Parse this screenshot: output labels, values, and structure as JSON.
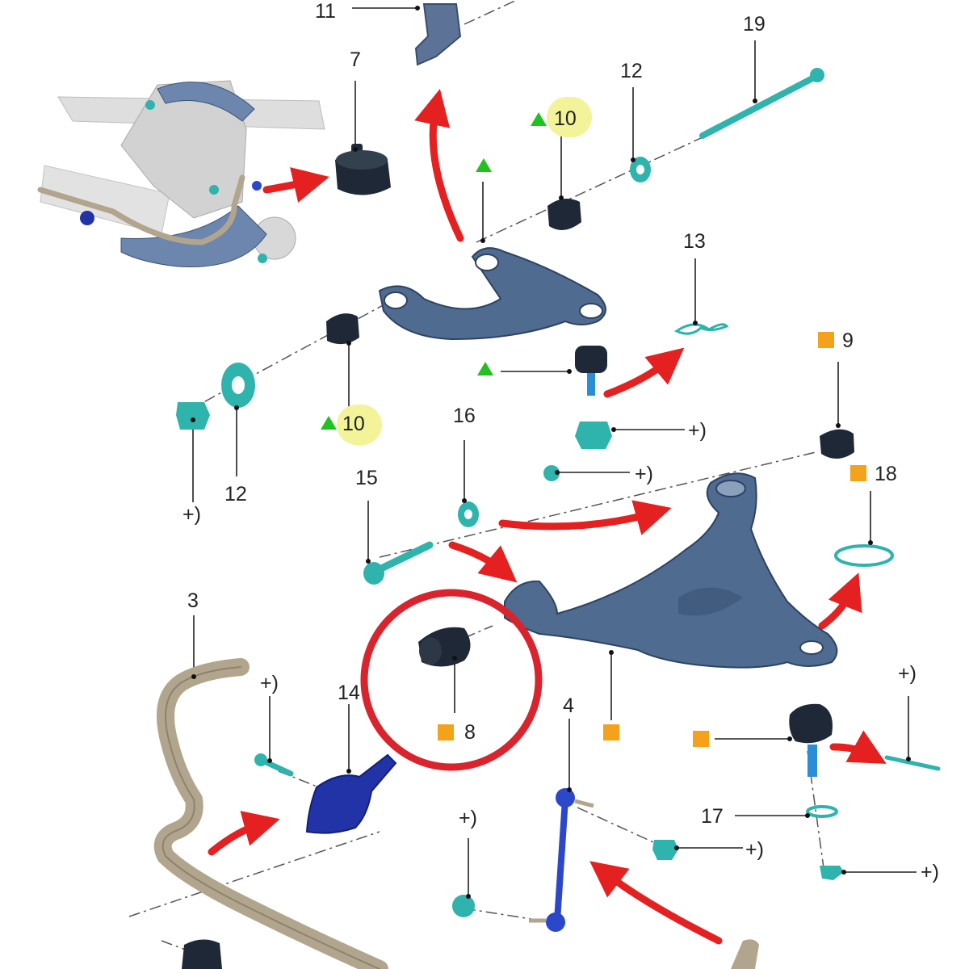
{
  "diagram": {
    "callouts": {
      "c11": "11",
      "c7": "7",
      "c19": "19",
      "c12a": "12",
      "c10a": "10",
      "c13": "13",
      "c9": "9",
      "c10b": "10",
      "c16": "16",
      "c15": "15",
      "c12b": "12",
      "c18": "18",
      "c3": "3",
      "c14": "14",
      "c8": "8",
      "c4": "4",
      "c17": "17",
      "p1": "+)",
      "p2": "+)",
      "p3": "+)",
      "p4": "+)",
      "p5": "+)",
      "p6": "+)",
      "p7": "+)",
      "p8": "+)"
    },
    "colors": {
      "arm": "#4f6b8f",
      "bushing": "#1e2836",
      "hardware": "#2fb3ad",
      "stabilizer": "#b2a58d",
      "bracket": "#2233a8",
      "link": "#2a48c9",
      "arrow": "#e52020",
      "highlight_circle": "#d9232d",
      "marker_square": "#f5a21b",
      "marker_triangle": "#1fc21f",
      "label_highlight": "#f3f39a"
    },
    "icons": [
      "exploded-part-illustration",
      "red-direction-arrow",
      "orange-square-marker",
      "green-triangle-marker"
    ]
  }
}
